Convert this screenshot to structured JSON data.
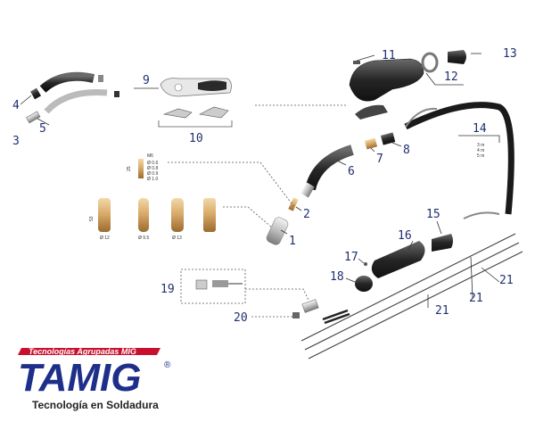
{
  "callouts": [
    "1",
    "2",
    "3",
    "4",
    "5",
    "6",
    "7",
    "8",
    "9",
    "10",
    "11",
    "12",
    "13",
    "14",
    "15",
    "16",
    "17",
    "18",
    "19",
    "20",
    "21",
    "21",
    "21"
  ],
  "nozzle_dims": {
    "thread": "M6",
    "len": "25",
    "wire_sizes": [
      "Ø 0.6",
      "Ø 0.8",
      "Ø 0.9",
      "Ø 1.0"
    ],
    "height": "53",
    "diameters": [
      "Ø 12",
      "Ø 9.5",
      "Ø 13"
    ]
  },
  "cable_lengths": [
    "3 m",
    "4 m",
    "5 m"
  ],
  "logo": {
    "band": "Tecnologías Agrupadas MIG",
    "name": "TAMIG",
    "reg": "®",
    "tagline": "Tecnología en Soldadura"
  },
  "colors": {
    "callout": "#1f2f6f",
    "logo_blue": "#1e2f8a",
    "logo_red": "#c8102e"
  }
}
